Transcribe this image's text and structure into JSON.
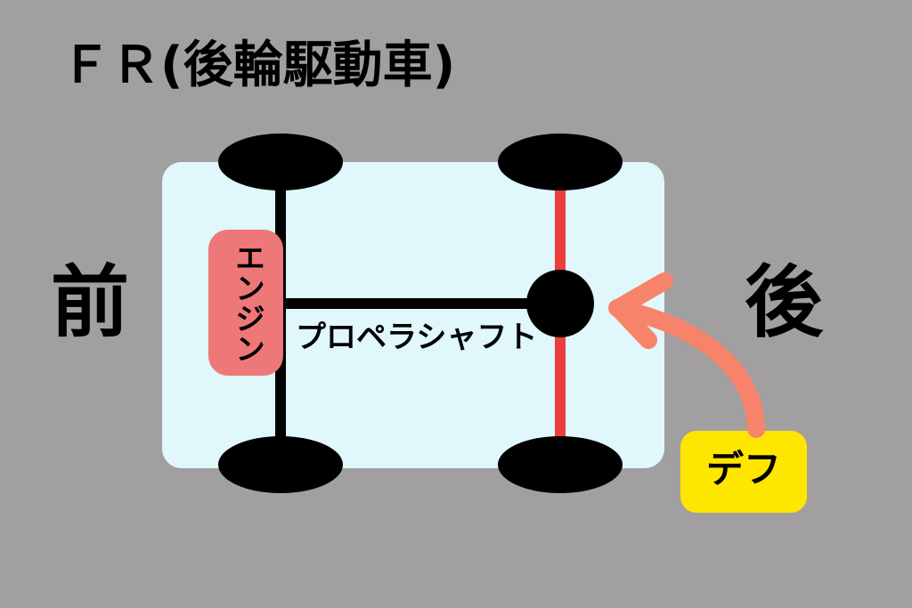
{
  "title": "ＦＲ(後輪駆動車)",
  "labels": {
    "front": "前",
    "rear": "後",
    "engine": "エンジン",
    "propeller_shaft": "プロペラシャフト",
    "differential": "デフ"
  },
  "colors": {
    "background": "#a19f9f",
    "chassis": "#e0f7fc",
    "wheel": "#000000",
    "front_axle": "#000000",
    "rear_axle": "#ee3d3d",
    "propeller_shaft": "#000000",
    "differential": "#000000",
    "engine_badge": "#ee7777",
    "differential_badge": "#ffe600",
    "arrow": "#f7836a"
  },
  "icons": {
    "wheel": "wheel-icon",
    "differential": "differential-icon",
    "arrow": "curved-arrow-icon"
  }
}
